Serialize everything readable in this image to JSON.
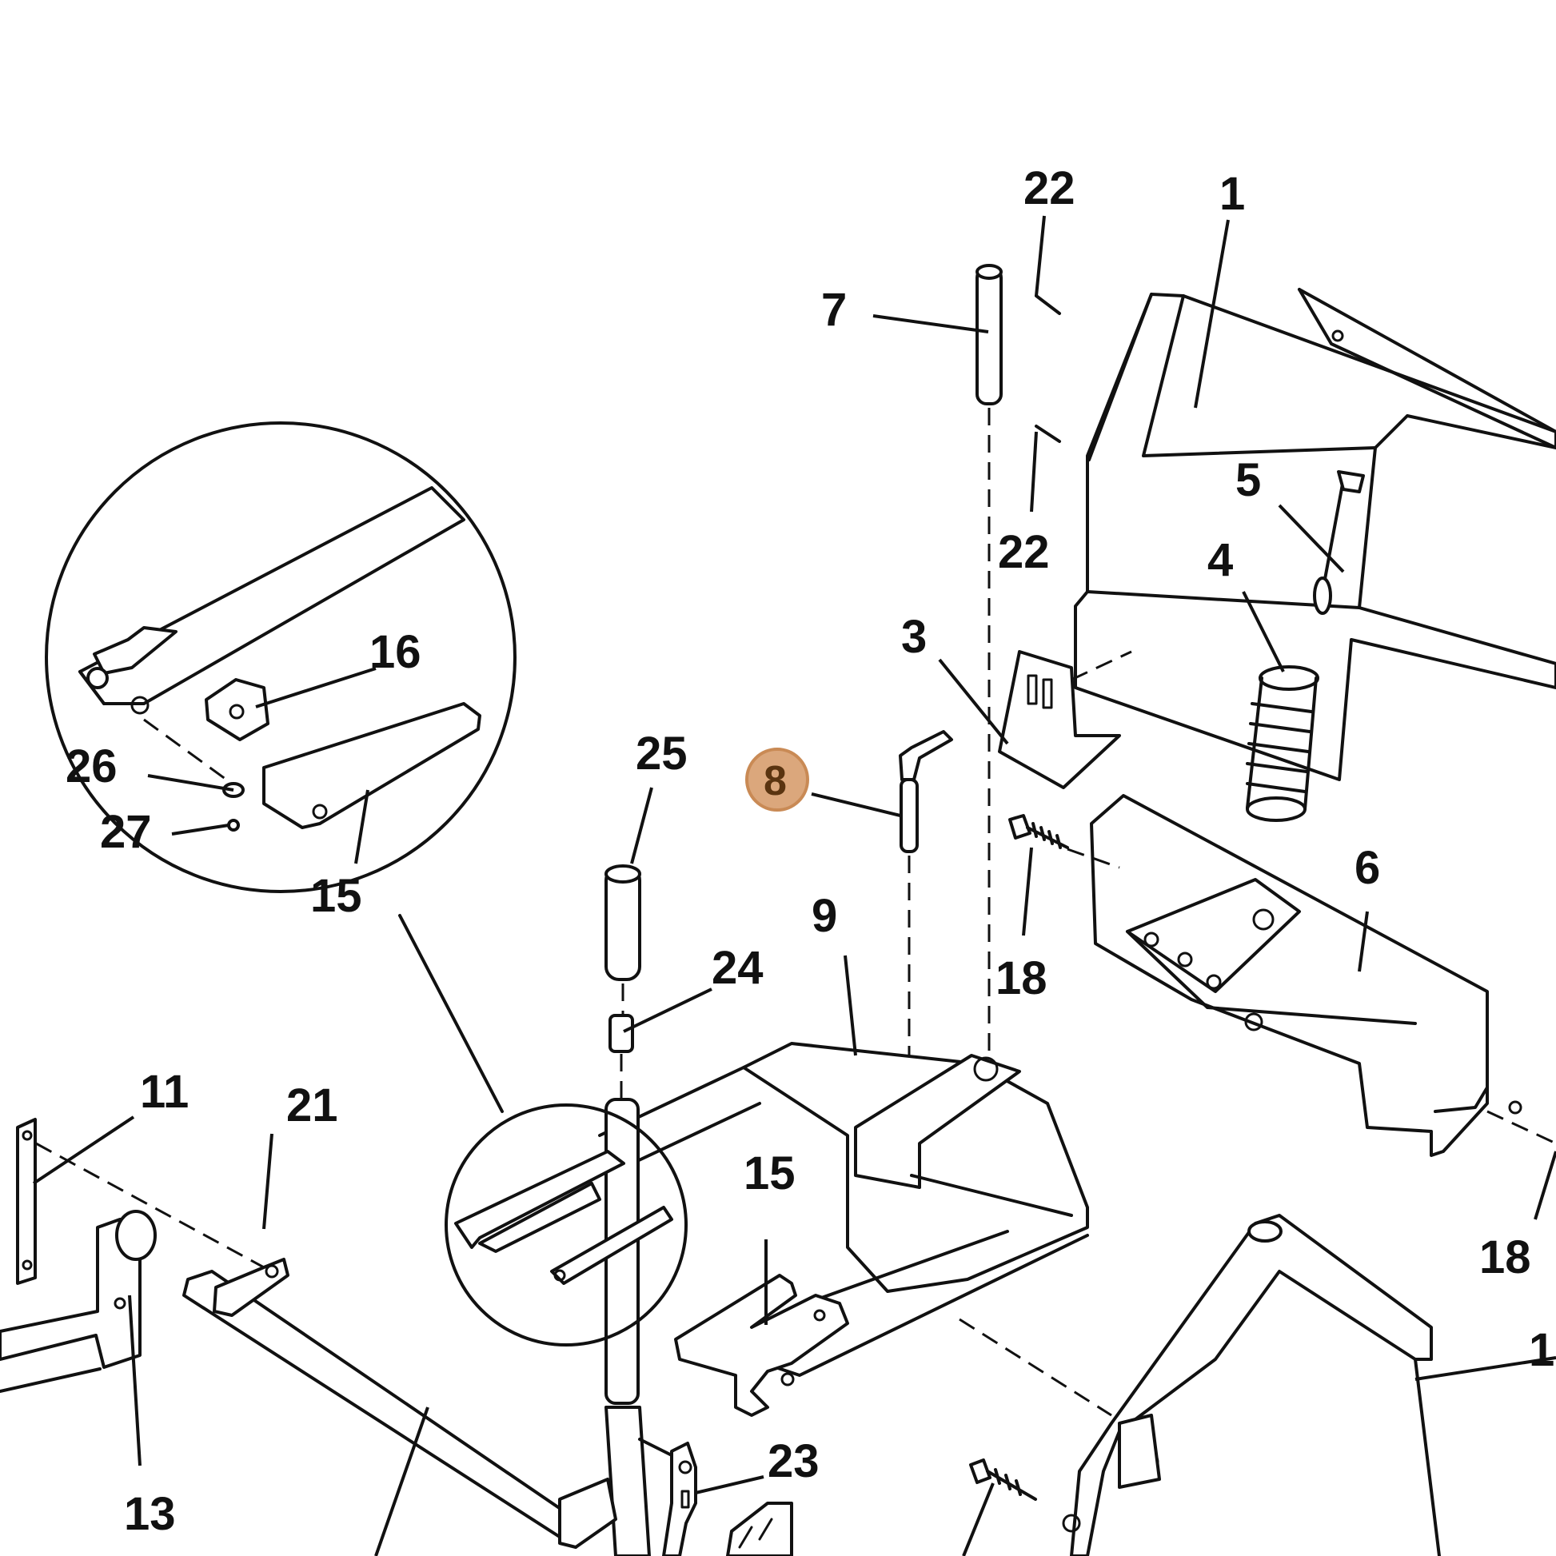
{
  "callouts": {
    "c1": "1",
    "c3": "3",
    "c4": "4",
    "c5": "5",
    "c6": "6",
    "c7": "7",
    "c8": "8",
    "c9": "9",
    "c11": "11",
    "c13": "13",
    "c15_detail": "15",
    "c15": "15",
    "c16": "16",
    "c18_a": "18",
    "c18_b": "18",
    "c21": "21",
    "c22_top": "22",
    "c22_mid": "22",
    "c23": "23",
    "c24": "24",
    "c25": "25",
    "c26": "26",
    "c27": "27",
    "c1_edge": "1"
  },
  "highlight": {
    "color": "#dba77c",
    "callout": "8"
  }
}
